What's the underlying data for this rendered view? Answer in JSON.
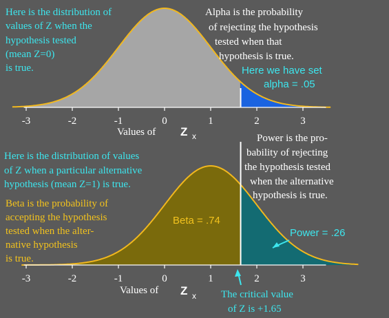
{
  "colors": {
    "background": "#5a5a5a",
    "curve": "#f2b81e",
    "null_fill": "#a6a6a6",
    "alpha_fill": "#1a63e0",
    "beta_fill": "#7a6a0c",
    "power_fill": "#136b72",
    "cyan_text": "#3de6ee",
    "white_text": "#ffffff",
    "yellow_text": "#f2c21e",
    "critical_line": "#ffffff"
  },
  "top_panel": {
    "null_description": [
      "Here is the distribution of",
      "values of Z when the",
      "hypothesis tested",
      "(mean Z=0)",
      "is true."
    ],
    "alpha_description": [
      "Alpha is the probability",
      "of rejecting the hypothesis",
      "tested when that",
      "hypothesis is true."
    ],
    "alpha_set_note": [
      "Here we have set",
      "alpha = .05"
    ],
    "x_axis_ticks": [
      "-3",
      "-2",
      "-1",
      "0",
      "1",
      "2",
      "3"
    ],
    "x_axis_label": "Values of",
    "x_axis_var": "Z",
    "x_axis_sub": "x"
  },
  "bottom_panel": {
    "alt_description": [
      "Here is the distribution of values",
      "of Z when a particular alternative",
      "hypothesis (mean Z=1) is true."
    ],
    "power_description": [
      "Power is the pro-",
      "bability of rejecting",
      "the hypothesis tested",
      "when the alternative",
      "hypothesis is true."
    ],
    "beta_description": [
      "Beta is the probability of",
      "accepting the hypothesis",
      "tested when the alter-",
      "native hypothesis",
      "is true."
    ],
    "beta_label": "Beta = .74",
    "power_label": "Power = .26",
    "critical_note": [
      "The critical value",
      "of Z is +1.65"
    ],
    "x_axis_ticks": [
      "-3",
      "-2",
      "-1",
      "0",
      "1",
      "2",
      "3"
    ],
    "x_axis_label": "Values of",
    "x_axis_var": "Z",
    "x_axis_sub": "x"
  },
  "model": {
    "null_mean": 0,
    "alt_mean": 1,
    "sd": 1,
    "critical_z": 1.65,
    "x_range": [
      -3,
      3
    ],
    "alpha": 0.05,
    "beta": 0.74,
    "power": 0.26
  }
}
